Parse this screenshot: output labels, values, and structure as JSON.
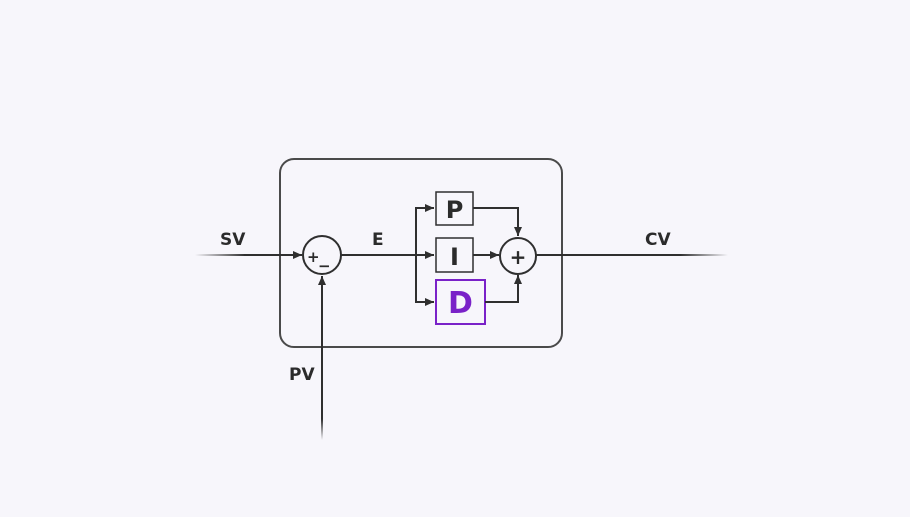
{
  "signals": {
    "sv": "SV",
    "pv": "PV",
    "e": "E",
    "cv": "CV"
  },
  "blocks": {
    "p": "P",
    "i": "I",
    "d": "D"
  },
  "summing": {
    "error_plus": "+",
    "error_minus": "−",
    "output_plus": "+"
  },
  "colors": {
    "line": "#2f2f2f",
    "frame": "#4a4a4a",
    "highlight": "#7a22c8",
    "background": "#f7f6fb"
  }
}
